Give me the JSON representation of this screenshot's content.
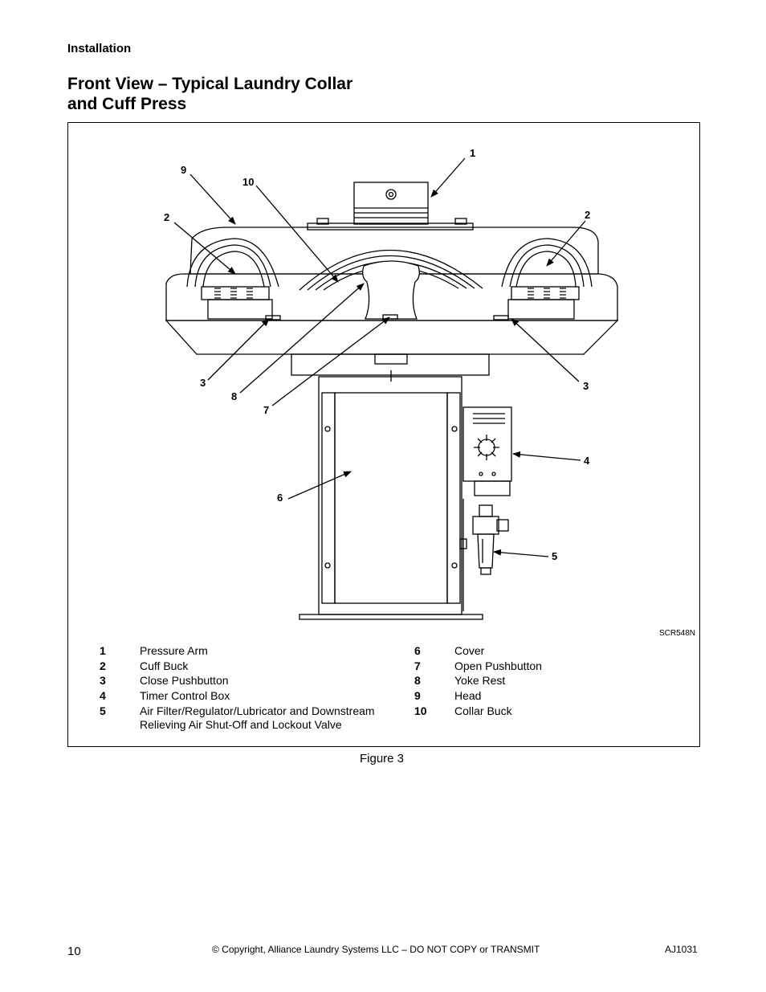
{
  "header": {
    "section": "Installation"
  },
  "title": {
    "line1": "Front View – Typical Laundry Collar",
    "line2": "and Cuff Press"
  },
  "figure": {
    "ref_code": "SCR548N",
    "callouts": [
      "1",
      "9",
      "10",
      "2",
      "2",
      "3",
      "3",
      "8",
      "7",
      "4",
      "6",
      "5"
    ],
    "legend_left": [
      {
        "num": "1",
        "label": "Pressure Arm"
      },
      {
        "num": "2",
        "label": "Cuff Buck"
      },
      {
        "num": "3",
        "label": "Close Pushbutton"
      },
      {
        "num": "4",
        "label": "Timer Control Box"
      },
      {
        "num": "5",
        "label": "Air Filter/Regulator/Lubricator and Downstream Relieving Air Shut-Off and Lockout Valve"
      }
    ],
    "legend_right": [
      {
        "num": "6",
        "label": "Cover"
      },
      {
        "num": "7",
        "label": "Open Pushbutton"
      },
      {
        "num": "8",
        "label": "Yoke Rest"
      },
      {
        "num": "9",
        "label": "Head"
      },
      {
        "num": "10",
        "label": "Collar Buck"
      }
    ],
    "caption": "Figure 3"
  },
  "footer": {
    "page_number": "10",
    "copyright": "© Copyright, Alliance Laundry Systems LLC – DO NOT COPY or TRANSMIT",
    "doc_id": "AJ1031"
  }
}
